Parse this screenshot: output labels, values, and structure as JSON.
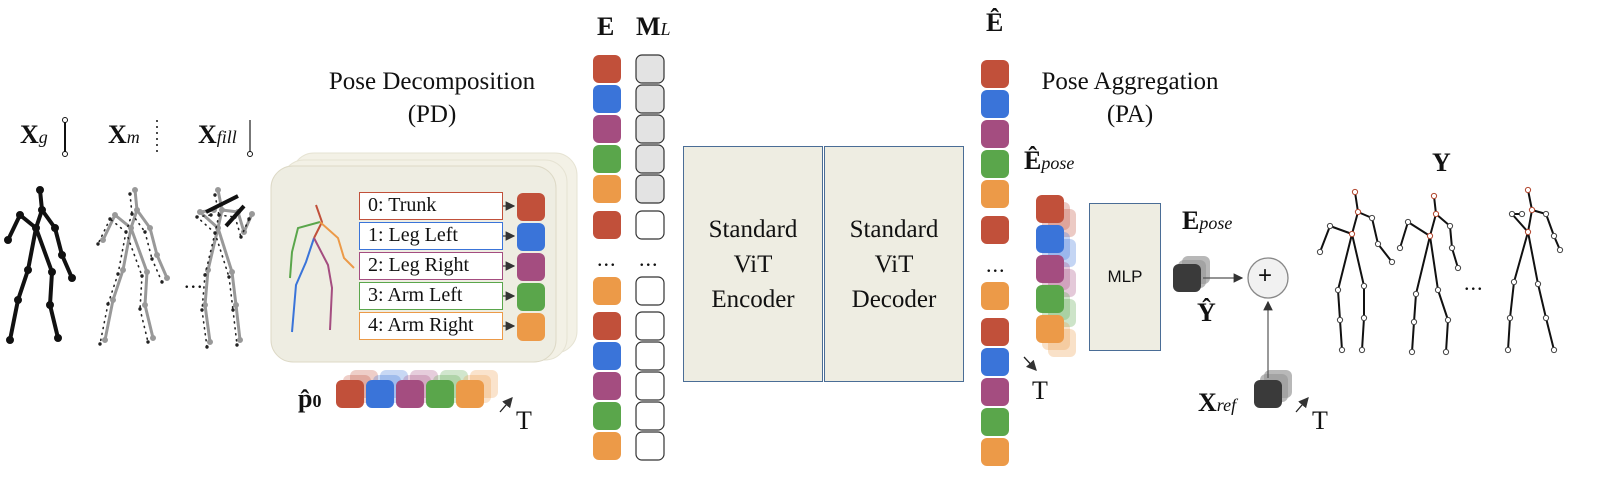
{
  "labels": {
    "xg": "X",
    "xg_sub": "g",
    "xm": "X",
    "xm_sub": "m",
    "xfill": "X",
    "xfill_sub": "fill",
    "e": "E",
    "ml": "M",
    "ml_sub": "L",
    "ehat": "Ê",
    "epose_hat": "Ê",
    "epose_hat_sub": "pose",
    "epose": "E",
    "epose_sub": "pose",
    "yhat": "Ŷ",
    "y": "Y",
    "xref": "X",
    "xref_sub": "ref",
    "p0": "p̂",
    "p0_sub": "0",
    "t1": "T",
    "t2": "T",
    "t3": "T",
    "plus": "+",
    "ellipsis": "..."
  },
  "pd": {
    "title_line1": "Pose Decomposition",
    "title_line2": "(PD)"
  },
  "pa": {
    "title_line1": "Pose Aggregation",
    "title_line2": "(PA)"
  },
  "parts": [
    {
      "label": "0: Trunk",
      "color": "#c1503a"
    },
    {
      "label": "1: Leg Left",
      "color": "#3a74d9"
    },
    {
      "label": "2: Leg Right",
      "color": "#a44d80"
    },
    {
      "label": "3: Arm Left",
      "color": "#5aa64b"
    },
    {
      "label": "4: Arm Right",
      "color": "#ec9a48"
    }
  ],
  "encoder": {
    "label": "Standard\nViT\nEncoder"
  },
  "decoder": {
    "label": "Standard\nViT\nDecoder"
  },
  "mlp": {
    "label": "MLP"
  },
  "colors": {
    "trunk": "#c1503a",
    "leg_left": "#3a74d9",
    "leg_right": "#a44d80",
    "arm_left": "#5aa64b",
    "arm_right": "#ec9a48",
    "block_fill": "#eeede2",
    "block_border": "#4a6d96",
    "mask_fill": "#e3e3e3",
    "dark_token": "#3a3a3a"
  }
}
